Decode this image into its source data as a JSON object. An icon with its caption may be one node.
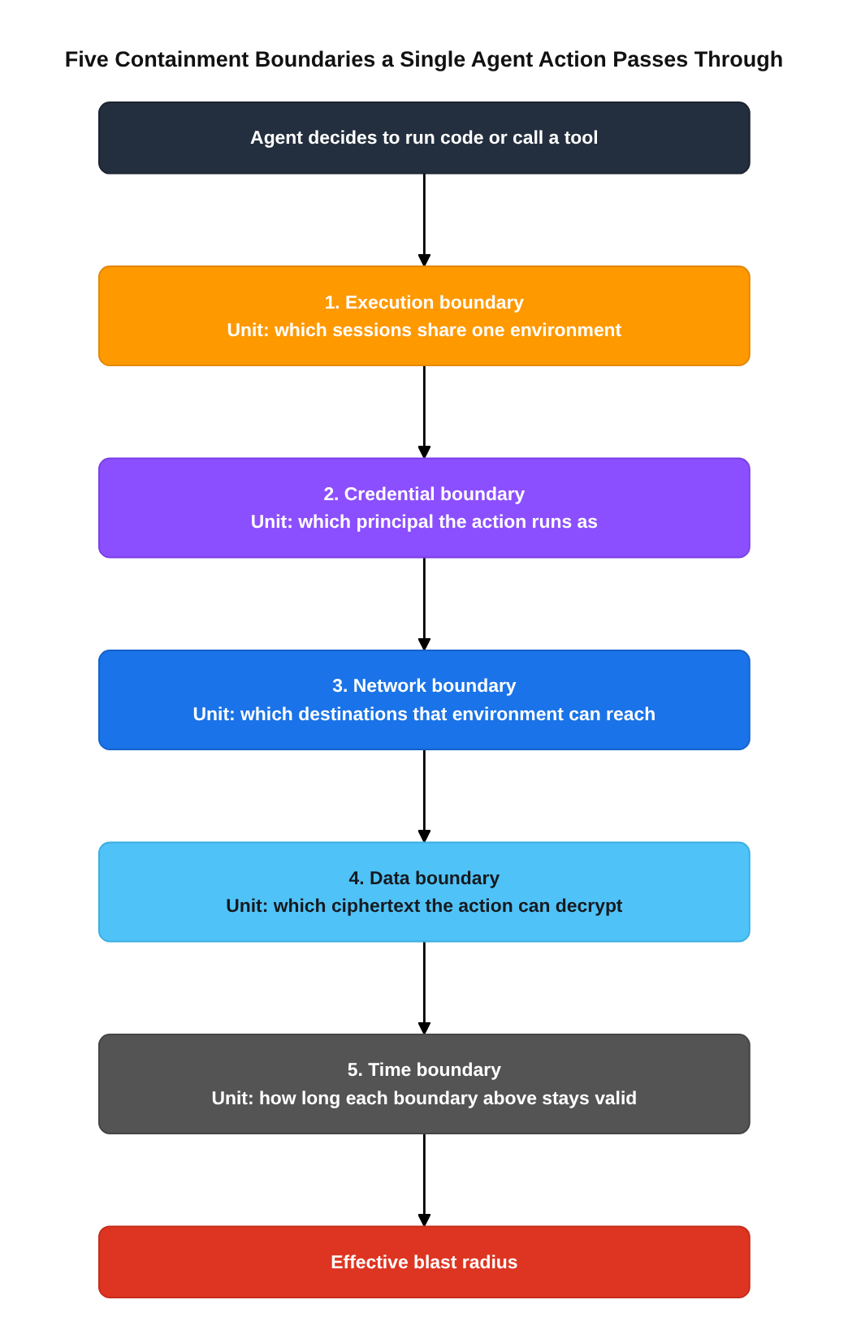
{
  "diagram": {
    "title": "Five Containment Boundaries a Single Agent Action Passes Through",
    "nodes": [
      {
        "text": [
          "Agent decides to run code or call a tool"
        ]
      },
      {
        "text": [
          "1. Execution boundary",
          "Unit: which sessions share one environment"
        ]
      },
      {
        "text": [
          "2. Credential boundary",
          "Unit: which principal the action runs as"
        ]
      },
      {
        "text": [
          "3. Network boundary",
          "Unit: which destinations that environment can reach"
        ]
      },
      {
        "text": [
          "4. Data boundary",
          "Unit: which ciphertext the action can decrypt"
        ]
      },
      {
        "text": [
          "5. Time boundary",
          "Unit: how long each boundary above stays valid"
        ]
      },
      {
        "text": [
          "Effective blast radius"
        ]
      }
    ],
    "edges": [
      {
        "from": 0,
        "to": 1,
        "arrow": "to"
      },
      {
        "from": 1,
        "to": 2,
        "arrow": "to"
      },
      {
        "from": 2,
        "to": 3,
        "arrow": "to"
      },
      {
        "from": 3,
        "to": 4,
        "arrow": "to"
      },
      {
        "from": 4,
        "to": 5,
        "arrow": "to"
      },
      {
        "from": 5,
        "to": 6,
        "arrow": "to"
      }
    ]
  }
}
